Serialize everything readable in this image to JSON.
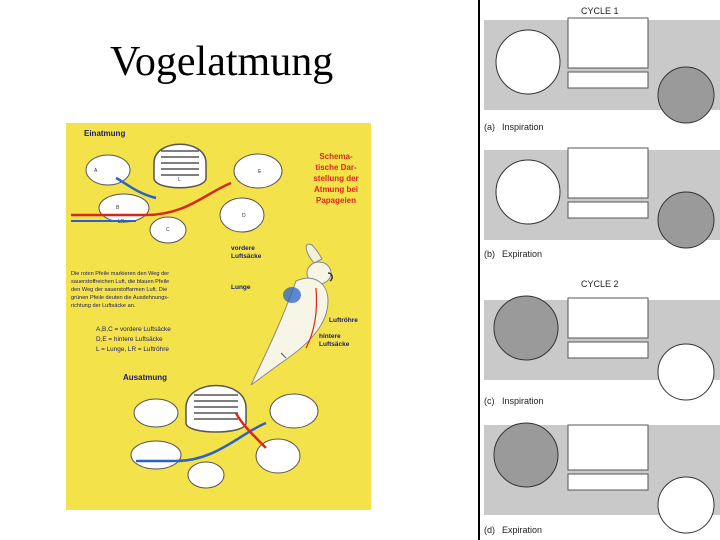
{
  "slide_title": "Vogelatmung",
  "left_figure": {
    "inhale_label": "Einatmung",
    "exhale_label": "Ausatmung",
    "schematic_title": [
      "Schema-",
      "tische Dar-",
      "stellung der",
      "Atmung bei",
      "Papageien"
    ],
    "legend_text": [
      "Die roten Pfeile markieren den Weg der",
      "sauerstoffreichen Luft, die blauen Pfeile",
      "den Weg der sauerstoffarmen Luft. Die",
      "grünen Pfeile deuten die Ausdehnungs-",
      "richtung der Luftsäcke an."
    ],
    "abbreviations": [
      "A,B,C = vordere Luftsäcke",
      "D,E = hintere Luftsäcke",
      "L = Lunge, LR = Luftröhre"
    ],
    "parrot_labels": {
      "front_sacs": [
        "vordere",
        "Luftsäcke"
      ],
      "lung": "Lunge",
      "trachea": "Luftröhre",
      "rear_sacs": [
        "hintere",
        "Luftsäcke"
      ]
    },
    "sac_letters": [
      "A",
      "B",
      "C",
      "D",
      "E",
      "L",
      "LR"
    ]
  },
  "right_figure": {
    "cycle1": "CYCLE 1",
    "cycle2": "CYCLE 2",
    "captions": [
      {
        "letter": "(a)",
        "text": "Inspiration"
      },
      {
        "letter": "(b)",
        "text": "Expiration"
      },
      {
        "letter": "(c)",
        "text": "Inspiration"
      },
      {
        "letter": "(d)",
        "text": "Expiration"
      }
    ]
  },
  "colors": {
    "yellow_bg": "#f4e24a",
    "red_arrow": "#d8281c",
    "blue_arrow": "#2a62c8",
    "green_arrow": "#3b9a2c",
    "panel_gray": "#b8b8b8",
    "sac_fill_dark": "#9a9a9a"
  }
}
